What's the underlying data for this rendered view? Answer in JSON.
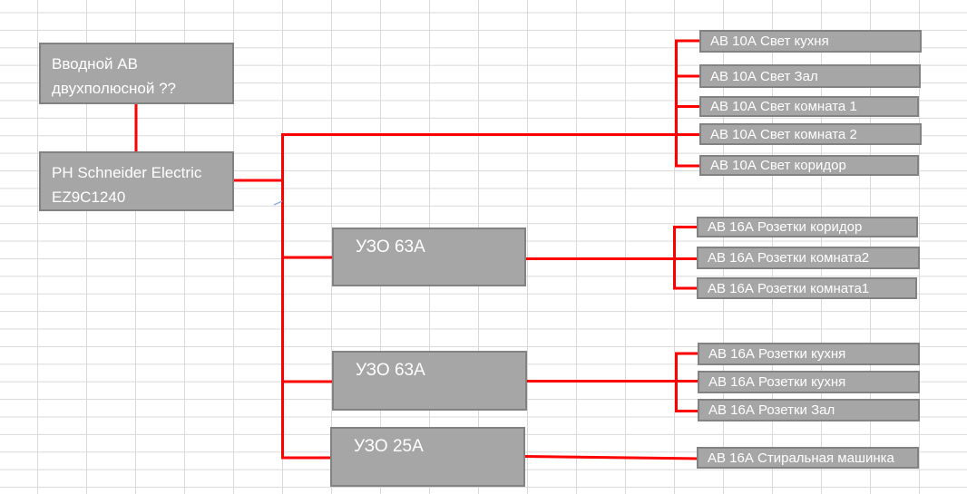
{
  "colors": {
    "box_fill": "#a6a6a6",
    "box_border": "#828282",
    "wire": "#ff0000",
    "grid_line": "#d9d9d9",
    "canvas_bg": "#ffffff",
    "box_text": "#ffffff",
    "stray_mark": "#8faadc"
  },
  "nodes": {
    "main_breaker": {
      "line1": "Вводной АВ",
      "line2": "двухполюсной ??"
    },
    "panel": {
      "line1": "РН Schneider Electric",
      "line2": "EZ9C1240"
    },
    "rcd_1": {
      "label": "УЗО 63А"
    },
    "rcd_2": {
      "label": "УЗО 63А"
    },
    "rcd_3": {
      "label": "УЗО 25А"
    }
  },
  "groups": {
    "lighting": [
      "АВ 10А Свет кухня",
      "АВ 10А Свет Зал",
      "АВ 10А Свет комната 1",
      "АВ 10А Свет комната 2",
      "АВ 10А Свет коридор"
    ],
    "sockets_rooms": [
      "АВ 16А Розетки коридор",
      "АВ 16А Розетки комната2",
      "АВ 16А Розетки комната1"
    ],
    "sockets_kitchen": [
      "АВ 16А Розетки кухня",
      "АВ 16А Розетки кухня",
      "АВ 16А Розетки Зал"
    ],
    "washer": [
      "АВ 16А Стиральная машинка"
    ]
  }
}
